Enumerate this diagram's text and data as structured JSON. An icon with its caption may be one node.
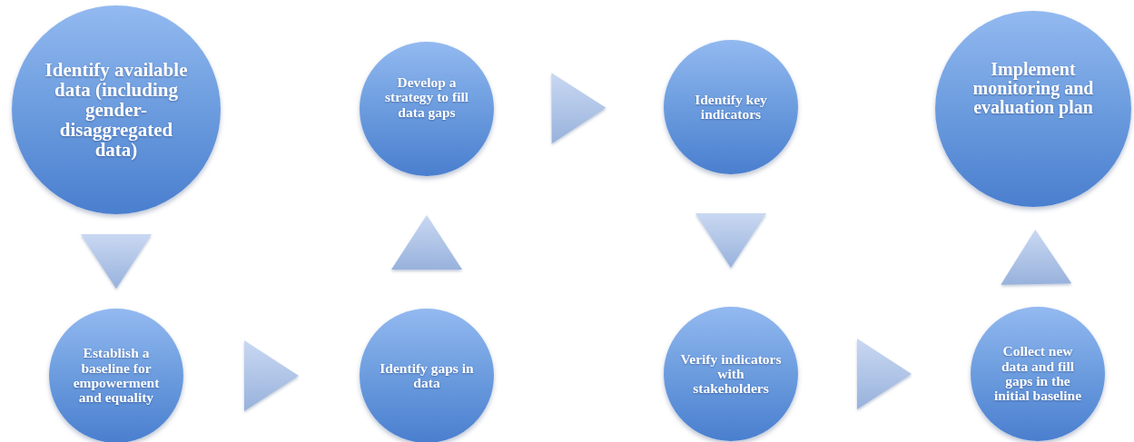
{
  "diagram": {
    "nodes": [
      {
        "text": [
          "Identify available data (including gender-disaggregated data)"
        ]
      },
      {
        "text": [
          "Establish a baseline for empowerment and equality"
        ]
      },
      {
        "text": [
          "Identify gaps in data"
        ]
      },
      {
        "text": [
          "Develop a strategy to fill data gaps"
        ]
      },
      {
        "text": [
          "Identify key indicators"
        ]
      },
      {
        "text": [
          "Verify indicators with stakeholders"
        ]
      },
      {
        "text": [
          "Collect new data and fill gaps in the initial baseline"
        ]
      },
      {
        "text": [
          "Implement monitoring and evaluation plan"
        ]
      }
    ],
    "edges": [
      {
        "from": 0,
        "to": 1,
        "arrow": "to"
      },
      {
        "from": 1,
        "to": 2,
        "arrow": "to"
      },
      {
        "from": 2,
        "to": 3,
        "arrow": "to"
      },
      {
        "from": 3,
        "to": 4,
        "arrow": "to"
      },
      {
        "from": 4,
        "to": 5,
        "arrow": "to"
      },
      {
        "from": 5,
        "to": 6,
        "arrow": "to"
      },
      {
        "from": 6,
        "to": 7,
        "arrow": "to"
      }
    ]
  }
}
